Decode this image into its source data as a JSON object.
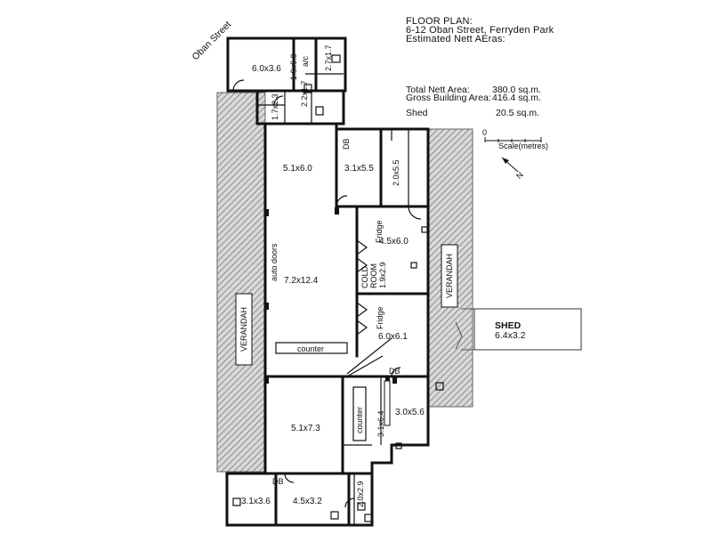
{
  "header": {
    "title": "FLOOR PLAN:",
    "address": "6-12 Oban Street, Ferryden Park",
    "subtitle": "Estimated Nett AEras:"
  },
  "areas": [
    {
      "label": "Total Nett Area:",
      "value": "380.0 sq.m."
    },
    {
      "label": "Gross Building Area:",
      "value": "416.4 sq.m."
    },
    {
      "label": "Shed",
      "value": "20.5 sq.m."
    }
  ],
  "scale": {
    "zero": "0",
    "label": "Scale(metres)"
  },
  "north": "N",
  "street": "Oban Street",
  "rooms": {
    "r_top_left": "6.0x3.6",
    "r_ac": "a/c",
    "r_16x60": "1.6x6.0",
    "r_27x17": "2.7x1.7",
    "r_17x23": "1.7x2.3",
    "r_22x17": "2.2x1.7",
    "r_51x60": "5.1x6.0",
    "r_31x55": "3.1x5.5",
    "r_20x55": "2.0x5.5",
    "r_45x60": "4.5x6.0",
    "r_72x124": "7.2x12.4",
    "r_60x61": "6.0x6.1",
    "r_51x73": "5.1x7.3",
    "r_31x64": "3.1x6.4",
    "r_30x56": "3.0x5.6",
    "r_31x36": "3.1x3.6",
    "r_45x32": "4.5x3.2",
    "r_20x29": "2.0x2.9",
    "cold1": "COLD",
    "cold2": "ROOM",
    "cold3": "1.9x2.9"
  },
  "labels": {
    "db1": "DB",
    "db2": "DB",
    "db3": "DB",
    "fridge1": "Fridge",
    "fridge2": "Fridge",
    "auto_doors": "auto doors",
    "counter1": "counter",
    "counter2": "counter",
    "verandah_left": "VERANDAH",
    "verandah_right": "VERANDAH",
    "shed_title": "SHED",
    "shed_size": "6.4x3.2"
  }
}
